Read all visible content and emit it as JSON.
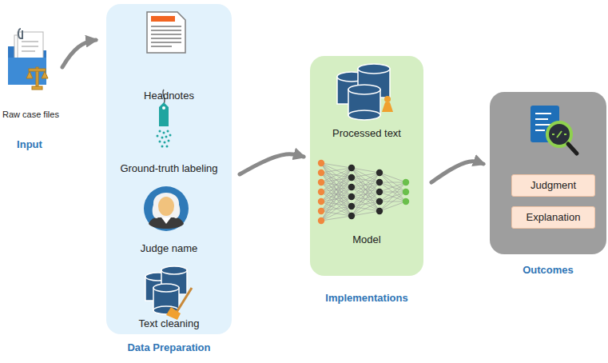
{
  "diagram": {
    "nodes": [
      {
        "text": [
          "Headnotes",
          "Ground-truth labeling",
          "Judge name",
          "Text cleaning",
          "Data Preparation"
        ]
      },
      {
        "text": [
          "Processed text",
          "Model",
          "Implementations"
        ]
      },
      {
        "text": [
          "Outcomes"
        ]
      },
      {
        "text": [
          "Judgment"
        ],
        "in": 2
      },
      {
        "text": [
          "Explanation"
        ],
        "in": 2
      }
    ],
    "edges": [
      {
        "from": 0,
        "to": 1,
        "arrow": "to"
      },
      {
        "from": 1,
        "to": 2,
        "arrow": "to"
      }
    ],
    "labels": [
      "Raw case files",
      "Input"
    ]
  }
}
